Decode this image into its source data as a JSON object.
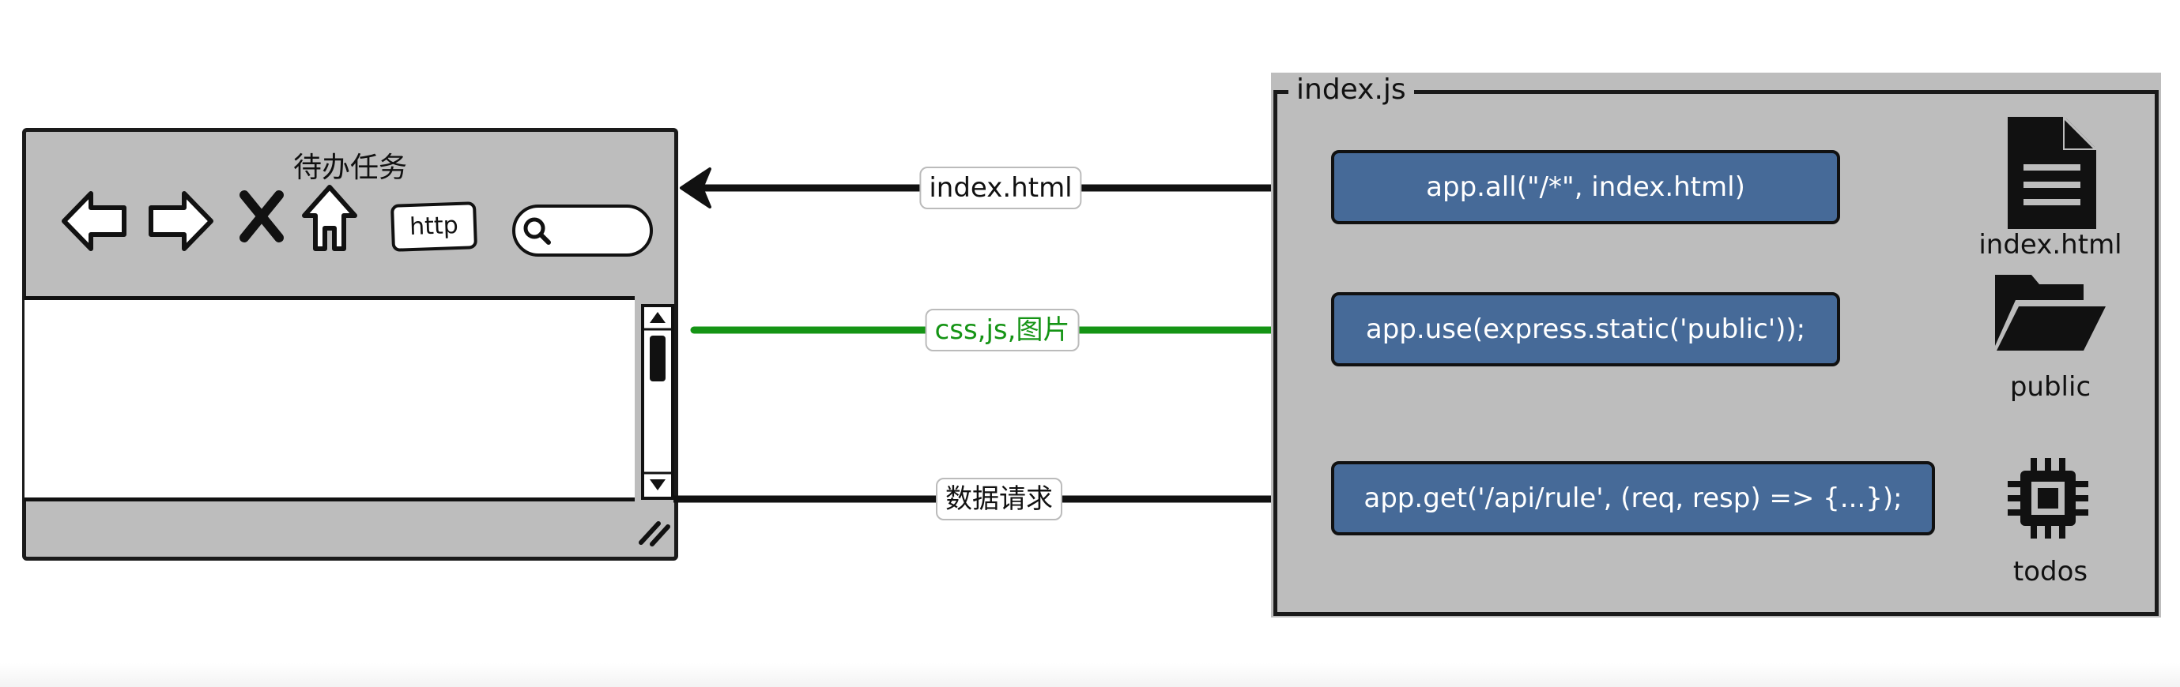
{
  "browser": {
    "title": "待办任务",
    "url_label": "http"
  },
  "edges": {
    "html": {
      "label": "index.html",
      "color": "#111111"
    },
    "static": {
      "label": "css,js,图片",
      "color": "#159415"
    },
    "api": {
      "label": "数据请求",
      "color": "#111111"
    }
  },
  "server": {
    "title": "index.js",
    "routes": [
      {
        "code": "app.all(\"/*\", index.html)"
      },
      {
        "code": "app.use(express.static('public'));"
      },
      {
        "code": "app.get('/api/rule', (req, resp) => {...});"
      }
    ],
    "resources": [
      {
        "label": "index.html",
        "icon": "file-icon"
      },
      {
        "label": "public",
        "icon": "folder-icon"
      },
      {
        "label": "todos",
        "icon": "chip-icon"
      }
    ]
  },
  "colors": {
    "route_fill": "#466a98",
    "panel_fill": "#bdbdbd",
    "green": "#159415"
  }
}
